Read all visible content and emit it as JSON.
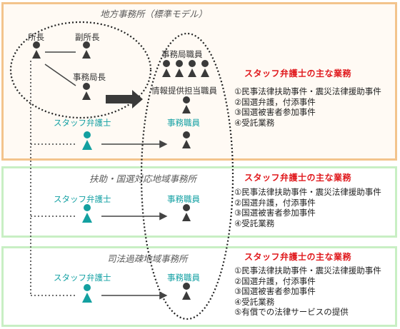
{
  "colors": {
    "orange_border": "#f3c48c",
    "orange_fill": "#fffaf4",
    "green_border": "#c8efc4",
    "figure_gray": "#3a3a3a",
    "figure_teal": "#13a0a0",
    "red_heading": "#e0191d",
    "teal_text": "#12a0a3"
  },
  "sections": [
    {
      "title": "地方事務所（標準モデル）",
      "staff_label": "スタッフ弁護士",
      "clerk_label": "事務職員",
      "duties_heading": "スタッフ弁護士の主な業務",
      "duties": [
        "①民事法律扶助事件・震災法律援助事件",
        "②国選弁護，付添事件",
        "③国選被害者参加事件",
        "④受託業務"
      ]
    },
    {
      "title": "扶助・国選対応地域事務所",
      "staff_label": "スタッフ弁護士",
      "clerk_label": "事務職員",
      "duties_heading": "スタッフ弁護士の主な業務",
      "duties": [
        "①民事法律扶助事件・震災法律援助事件",
        "②国選弁護，付添事件",
        "③国選被害者参加事件",
        "④受託業務"
      ]
    },
    {
      "title": "司法過疎地域事務所",
      "staff_label": "スタッフ弁護士",
      "clerk_label": "事務職員",
      "duties_heading": "スタッフ弁護士の主な業務",
      "duties": [
        "①民事法律扶助事件・震災法律援助事件",
        "②国選弁護，付添事件",
        "③国選被害者参加事件",
        "④受託業務",
        "⑤有償での法律サービスの提供"
      ]
    }
  ],
  "management": {
    "director": "所長",
    "vice_director": "副所長",
    "secretary_general": "事務局長"
  },
  "office_staff": {
    "label": "事務局職員",
    "info_label": "情報提供担当職員"
  }
}
